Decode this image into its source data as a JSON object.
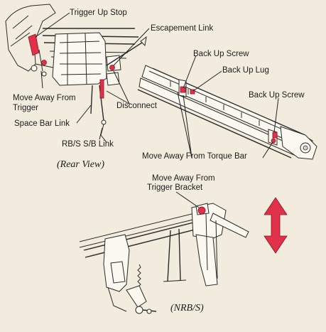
{
  "labels": {
    "trigger_up_stop": "Trigger Up Stop",
    "escapement_link": "Escapement Link",
    "back_up_screw_top": "Back Up Screw",
    "back_up_lug": "Back Up Lug",
    "back_up_screw_right": "Back Up Screw",
    "move_away_from_trigger_1": "Move Away From",
    "move_away_from_trigger_2": "Trigger",
    "disconnect": "Disconnect",
    "space_bar_link": "Space Bar Link",
    "rbs_sb_link": "RB/S S/B Link",
    "move_away_from_torque_bar": "Move Away From Torque Bar",
    "move_away_from_trigger_bracket_1": "Move Away From",
    "move_away_from_trigger_bracket_2": "Trigger Bracket"
  },
  "captions": {
    "rear_view": "(Rear View)",
    "nrbs": "(NRB/S)"
  },
  "colors": {
    "highlight": "#e0304a",
    "arrow": "#e0304a",
    "paper": "#f1ecdd"
  },
  "icons": {
    "arrow": "vertical-double-arrow-icon"
  }
}
